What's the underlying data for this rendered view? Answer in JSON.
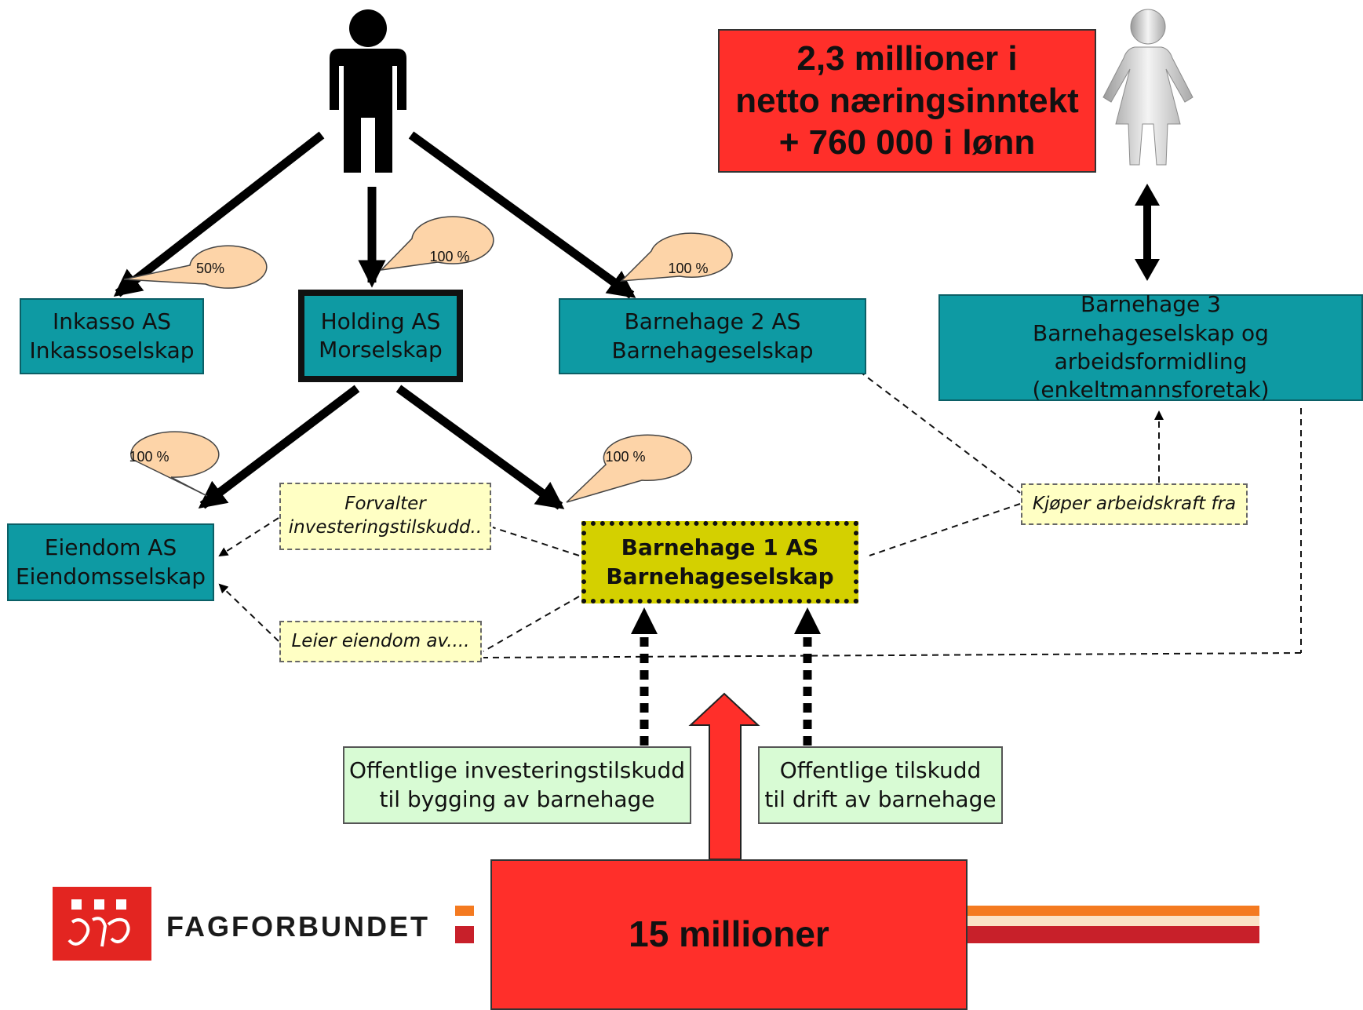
{
  "owner_label": "",
  "nodes": {
    "inkasso": {
      "line1": "Inkasso AS",
      "line2": "Inkassoselskap"
    },
    "holding": {
      "line1": "Holding AS",
      "line2": "Morselskap"
    },
    "barnehage2": {
      "line1": "Barnehage 2 AS",
      "line2": "Barnehageselskap"
    },
    "barnehage3": {
      "line1": "Barnehage 3",
      "line2": "Barnehageselskap og arbeidsformidling",
      "line3": "(enkeltmannsforetak)"
    },
    "eiendom": {
      "line1": "Eiendom AS",
      "line2": "Eiendomsselskap"
    },
    "barnehage1": {
      "line1": "Barnehage 1 AS",
      "line2": "Barnehageselskap"
    }
  },
  "ownership": {
    "inkasso": "50%",
    "holding": "100 %",
    "barnehage2": "100 %",
    "eiendom": "100 %",
    "barnehage1": "100 %"
  },
  "notes": {
    "forvalter": {
      "line1": "Forvalter",
      "line2": "investeringstilskudd.."
    },
    "leier": "Leier eiendom av....",
    "kjoper": "Kjøper arbeidskraft fra"
  },
  "income_box": {
    "line1": "2,3 millioner i",
    "line2": "netto næringsinntekt",
    "line3": "+ 760 000 i lønn"
  },
  "subsidies": {
    "investment": {
      "line1": "Offentlige investeringstilskudd",
      "line2": "til bygging av barnehage"
    },
    "operation": {
      "line1": "Offentlige tilskudd",
      "line2": "til drift av barnehage"
    }
  },
  "total": "15 millioner",
  "logo": {
    "text": "FAGFORBUNDET",
    "icon": "fagforbundet-logo-icon"
  },
  "colors": {
    "teal": "#0e9aa3",
    "red": "#ff2f2a",
    "yellow": "#d4d000",
    "note": "#ffffc4",
    "green": "#d8fbd4",
    "bubble": "#fdd4a8",
    "orange_band": "#f47a20",
    "red_band": "#c8202a"
  }
}
